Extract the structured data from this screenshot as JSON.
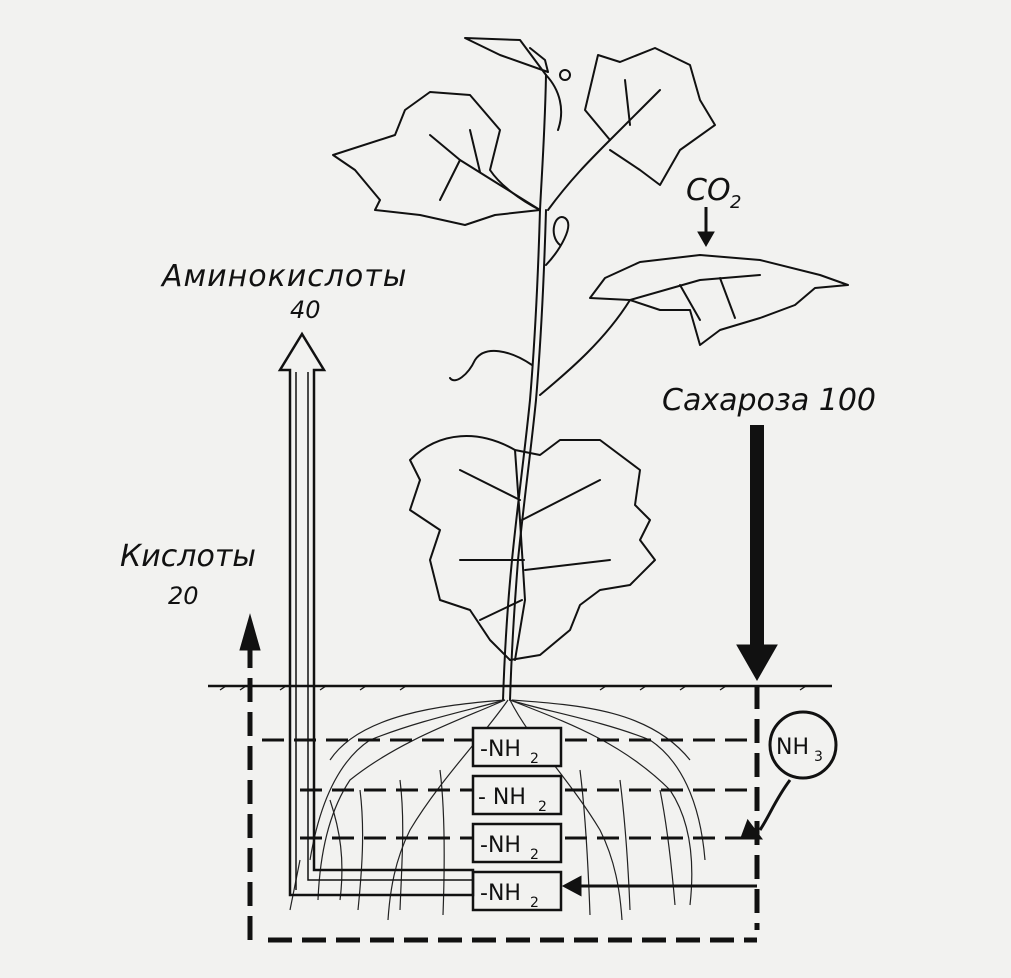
{
  "labels": {
    "co2": "CO",
    "co2_sub": "2",
    "amino_title": "Аминокислоты",
    "amino_value": "40",
    "acids_title": "Кислоты",
    "acids_value": "20",
    "sucrose": "Сахароза 100",
    "nh3": "NH",
    "nh3_sub": "3"
  },
  "boxes": [
    {
      "text": "-NH",
      "sub": "2"
    },
    {
      "text": "- NH",
      "sub": "2"
    },
    {
      "text": "-NH",
      "sub": "2"
    },
    {
      "text": "-NH",
      "sub": "2"
    }
  ],
  "colors": {
    "ink": "#111111",
    "paper": "#f2f2f0"
  }
}
